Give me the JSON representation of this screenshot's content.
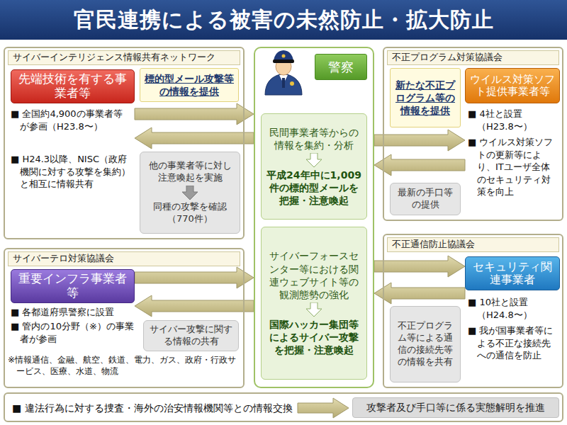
{
  "diagram": {
    "title": "官民連携による被害の未然防止・拡大防止",
    "nodes": [
      {
        "text": [
          "サイバーインテリジェンス情報共有ネットワーク",
          "■ 全国約4,900の事業者等が参画（H23.8〜）",
          "■ H24.3以降、NISC（政府機関に対する攻撃を集約）と相互に情報共有"
        ]
      },
      {
        "text": [
          "先端技術を有する事業者等"
        ],
        "in": 0
      },
      {
        "text": [
          "標的型メール攻撃等の情報を提供"
        ],
        "in": 0
      },
      {
        "text": [
          "他の事業者等に対し注意喚起を実施",
          "同種の攻撃を確認（770件）"
        ],
        "in": 0
      },
      {
        "text": [
          "警察"
        ]
      },
      {
        "text": [
          "民間事業者等からの情報を集約・分析",
          "平成24年中に1,009件の標的型メールを把握・注意喚起"
        ],
        "in": 4
      },
      {
        "text": [
          "サイバーフォースセンター等における関連ウェブサイト等の観測態勢の強化",
          "国際ハッカー集団等によるサイバー攻撃を把握・注意喚起"
        ],
        "in": 4
      },
      {
        "text": [
          "不正プログラム対策協議会",
          "■ 4社と設置（H23.8〜）",
          "■ ウイルス対策ソフトの更新等により、ITユーザ全体のセキュリティ対策を向上"
        ]
      },
      {
        "text": [
          "新たな不正プログラム等の情報を提供"
        ],
        "in": 7
      },
      {
        "text": [
          "ウイルス対策ソフト提供事業者等"
        ],
        "in": 7
      },
      {
        "text": [
          "最新の手口等の提供"
        ],
        "in": 7
      },
      {
        "text": [
          "サイバーテロ対策協議会",
          "■ 各都道府県警察に設置",
          "■ 管内の10分野（※）の事業者が参画",
          "※情報通信、金融、航空、鉄道、電力、ガス、政府・行政サービス、医療、水道、物流"
        ]
      },
      {
        "text": [
          "重要インフラ事業者等"
        ],
        "in": 11
      },
      {
        "text": [
          "サイバー攻撃に関する情報の共有"
        ],
        "in": 11
      },
      {
        "text": [
          "不正通信防止協議会",
          "■ 10社と設置（H24.8〜）",
          "■ 我が国事業者等による不正な接続先への通信を防止"
        ]
      },
      {
        "text": [
          "セキュリティ関連事業者"
        ],
        "in": 14
      },
      {
        "text": [
          "不正プログラム等による通信の接続先等の情報を共有"
        ],
        "in": 14
      },
      {
        "text": [
          "■ 違法行為に対する捜査・海外の治安情報機関等との情報交換"
        ]
      },
      {
        "text": [
          "攻撃者及び手口等に係る実態解明を推進"
        ],
        "in": 17
      }
    ],
    "edges": [
      {
        "from": 1,
        "to": 4,
        "arrow": "to"
      },
      {
        "from": 4,
        "to": 1,
        "arrow": "to"
      },
      {
        "from": 4,
        "to": 9,
        "arrow": "to"
      },
      {
        "from": 9,
        "to": 4,
        "arrow": "to"
      },
      {
        "from": 12,
        "to": 4,
        "arrow": "to"
      },
      {
        "from": 4,
        "to": 12,
        "arrow": "to"
      },
      {
        "from": 4,
        "to": 15,
        "arrow": "to"
      },
      {
        "from": 15,
        "to": 4,
        "arrow": "to"
      }
    ]
  }
}
